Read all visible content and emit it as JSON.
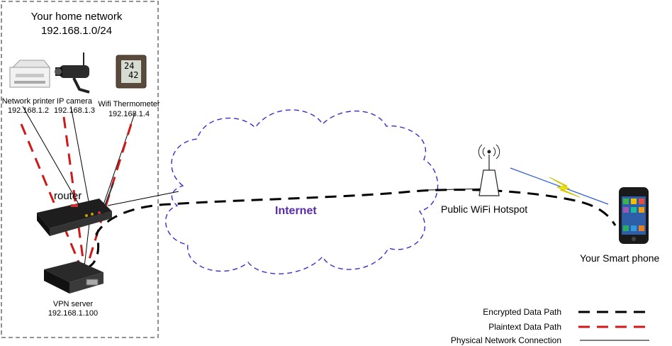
{
  "home_network": {
    "title": "Your home network",
    "subnet": "192.168.1.0/24"
  },
  "devices": [
    {
      "name": "Network printer",
      "ip": "192.168.1.2"
    },
    {
      "name": "IP camera",
      "ip": "192.168.1.3"
    },
    {
      "name": "Wifi Thermometer",
      "ip": "192.168.1.4"
    }
  ],
  "router": {
    "label": "router"
  },
  "vpn_server": {
    "name": "VPN server",
    "ip": "192.168.1.100"
  },
  "thermometer_display": {
    "top": "24",
    "bottom": "42"
  },
  "internet": {
    "label": "Internet"
  },
  "hotspot": {
    "label": "Public WiFi Hotspot"
  },
  "smartphone": {
    "label": "Your Smart phone"
  },
  "legend": [
    {
      "label": "Encrypted Data Path",
      "style": "dashed",
      "color": "#000000"
    },
    {
      "label": "Plaintext Data Path",
      "style": "dashed",
      "color": "#d01818"
    },
    {
      "label": "Physical Network Connection",
      "style": "solid",
      "color": "#000000"
    }
  ],
  "colors": {
    "cloud_outline": "#3a2bd0",
    "internet_text": "#5a2ca8",
    "plaintext_path": "#d01818",
    "encrypted_path": "#000000",
    "wireless_bolt": "#f2e600",
    "wireless_beam": "#2a5fd0"
  }
}
